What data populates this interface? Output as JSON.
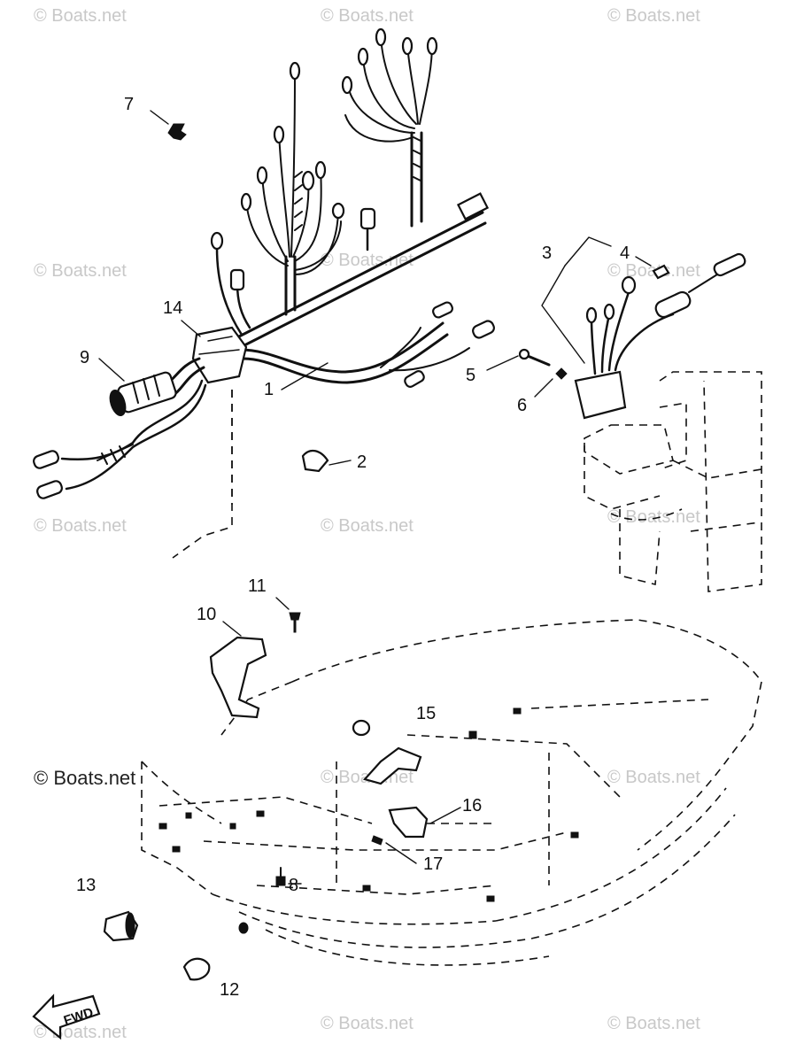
{
  "diagram": {
    "callouts": [
      "1",
      "2",
      "3",
      "4",
      "5",
      "6",
      "7",
      "8",
      "9",
      "10",
      "11",
      "12",
      "13",
      "14",
      "15",
      "16",
      "17"
    ],
    "arrow_label": "FWD",
    "watermark": "© Boats.net"
  },
  "colors": {
    "line": "#111111",
    "background": "#ffffff",
    "watermark": "#c8c8c8"
  }
}
